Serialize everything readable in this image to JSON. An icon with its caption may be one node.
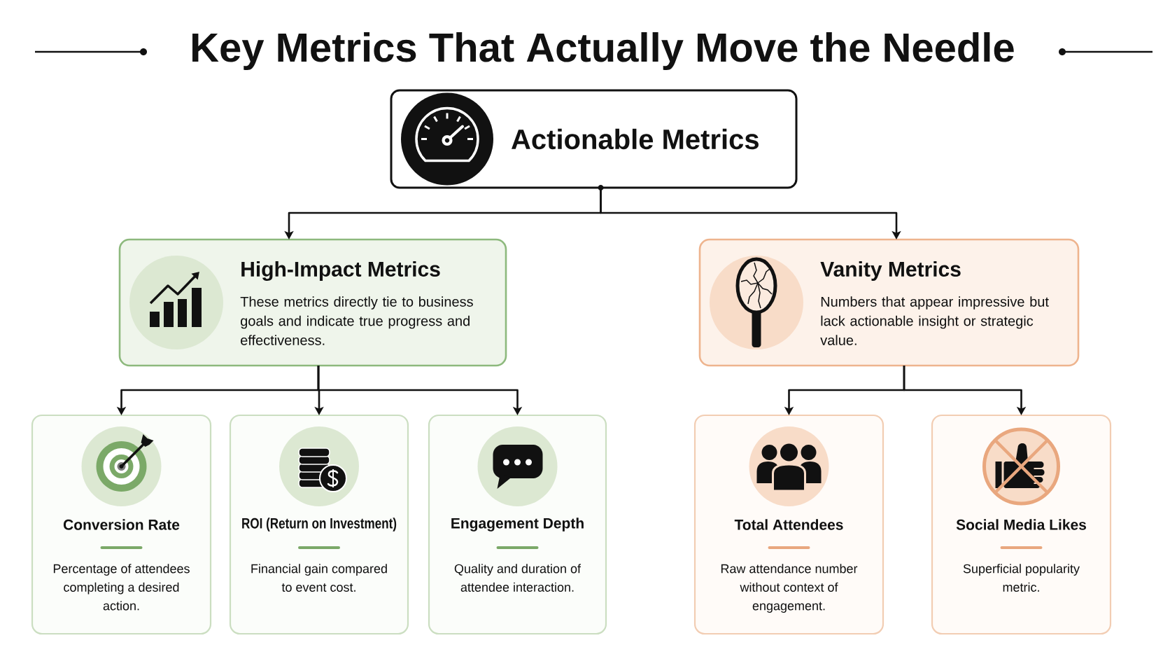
{
  "diagram": {
    "title": "Key Metrics That Actually Move the Needle",
    "nodes": [
      {
        "text": [
          "Actionable Metrics"
        ]
      },
      {
        "text": [
          "High-Impact Metrics",
          "These metrics directly tie to business goals and indicate true progress and effectiveness."
        ]
      },
      {
        "text": [
          "Vanity Metrics",
          "Numbers that appear impressive but lack actionable insight or strategic value."
        ]
      },
      {
        "text": [
          "Conversion Rate",
          "Percentage of attendees completing a desired action."
        ]
      },
      {
        "text": [
          "ROI (Return on Investment)",
          "Financial gain compared to event cost."
        ]
      },
      {
        "text": [
          "Engagement Depth",
          "Quality and duration of attendee interaction."
        ]
      },
      {
        "text": [
          "Total Attendees",
          "Raw attendance number without context of engagement."
        ]
      },
      {
        "text": [
          "Social Media Likes",
          "Superficial popularity metric."
        ]
      }
    ],
    "edges": [
      {
        "from": 0,
        "to": 1,
        "arrow": "to"
      },
      {
        "from": 0,
        "to": 2,
        "arrow": "to"
      },
      {
        "from": 1,
        "to": 3,
        "arrow": "to"
      },
      {
        "from": 1,
        "to": 4,
        "arrow": "to"
      },
      {
        "from": 1,
        "to": 5,
        "arrow": "to"
      },
      {
        "from": 2,
        "to": 6,
        "arrow": "to"
      },
      {
        "from": 2,
        "to": 7,
        "arrow": "to"
      }
    ]
  }
}
